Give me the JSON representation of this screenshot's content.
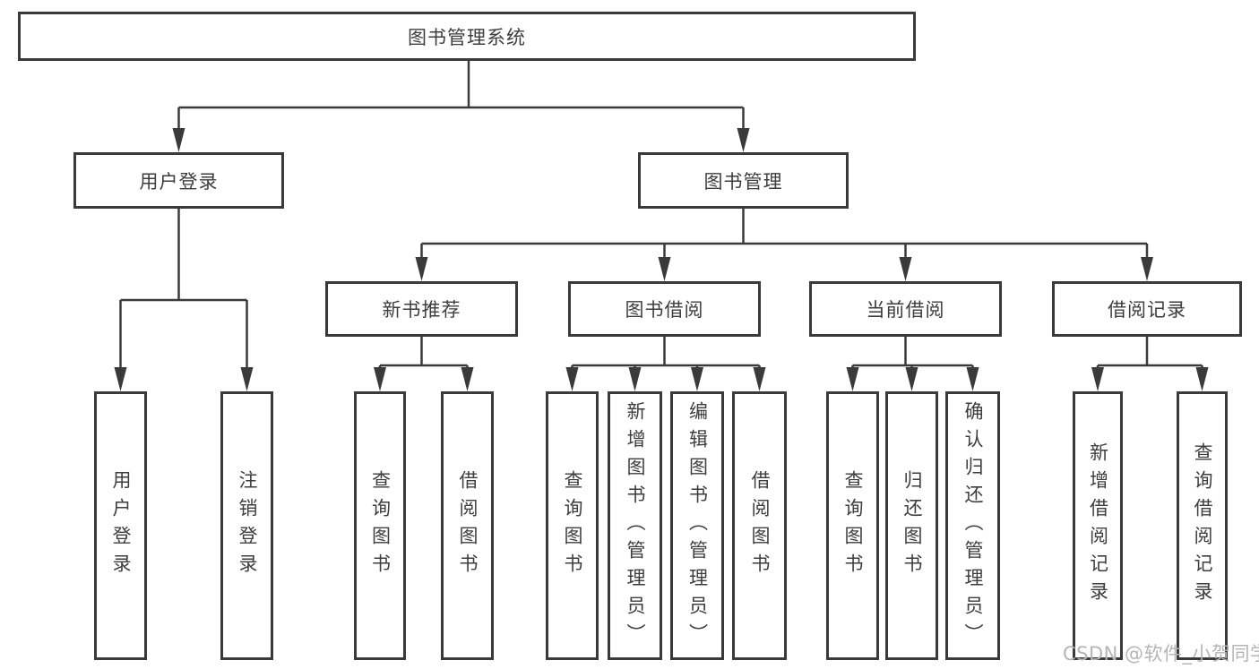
{
  "tree": {
    "label": "图书管理系统",
    "children": [
      {
        "label": "用户登录",
        "children": [
          {
            "label": "用户登录"
          },
          {
            "label": "注销登录"
          }
        ]
      },
      {
        "label": "图书管理",
        "children": [
          {
            "label": "新书推荐",
            "children": [
              {
                "label": "查询图书"
              },
              {
                "label": "借阅图书"
              }
            ]
          },
          {
            "label": "图书借阅",
            "children": [
              {
                "label": "查询图书"
              },
              {
                "label": "新增图书（管理员）"
              },
              {
                "label": "编辑图书（管理员）"
              },
              {
                "label": "借阅图书"
              }
            ]
          },
          {
            "label": "当前借阅",
            "children": [
              {
                "label": "查询图书"
              },
              {
                "label": "归还图书"
              },
              {
                "label": "确认归还（管理员）"
              }
            ]
          },
          {
            "label": "借阅记录",
            "children": [
              {
                "label": "新增借阅记录"
              },
              {
                "label": "查询借阅记录"
              }
            ]
          }
        ]
      }
    ]
  },
  "watermark": "CSDN @软件_小贺同学",
  "colors": {
    "line": "#3a3a3a",
    "box_border": "#3a3a3a",
    "box_fill": "#ffffff",
    "text": "#3d3d3d",
    "watermark": "#b5b5b5",
    "background": "#ffffff"
  }
}
